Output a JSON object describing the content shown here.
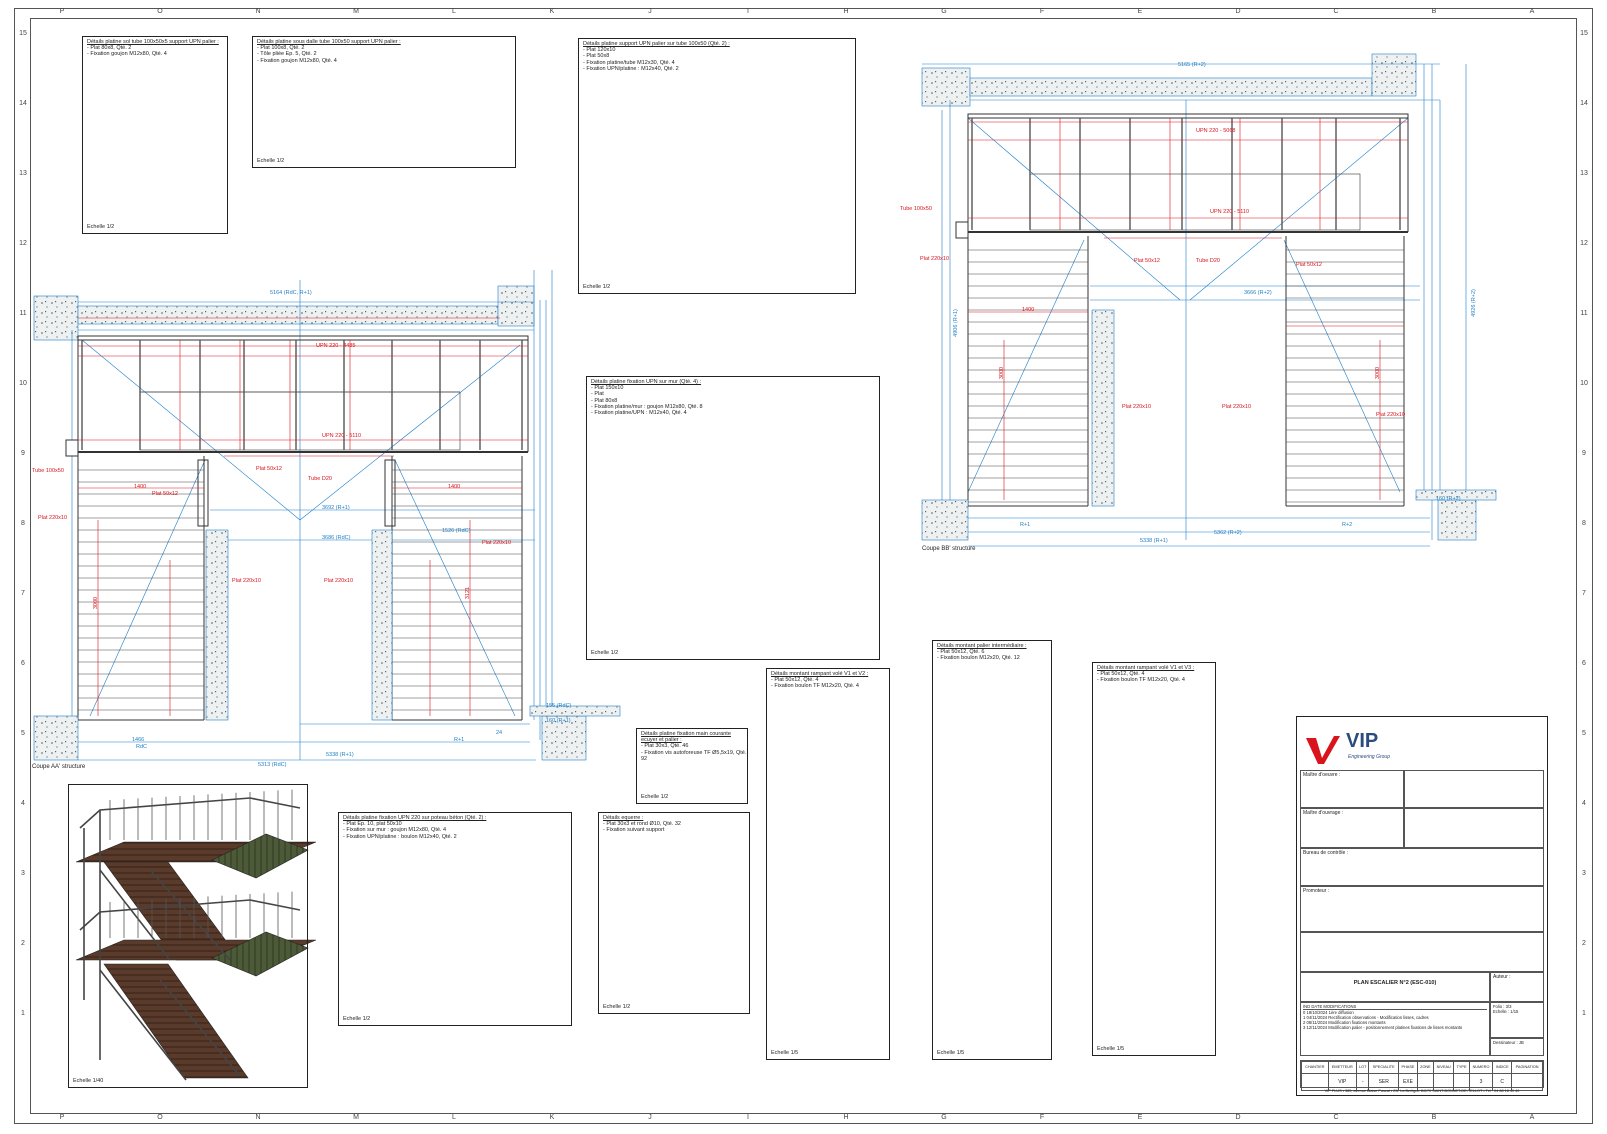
{
  "sheet": {
    "col_letters": [
      "P",
      "O",
      "N",
      "M",
      "L",
      "K",
      "J",
      "I",
      "H",
      "G",
      "F",
      "E",
      "D",
      "C",
      "B",
      "A"
    ],
    "row_numbers": [
      "15",
      "14",
      "13",
      "12",
      "11",
      "10",
      "9",
      "8",
      "7",
      "6",
      "5",
      "4",
      "3",
      "2",
      "1"
    ]
  },
  "panels": {
    "p1": {
      "title": "Détails platine sol tube 100x50x5 support UPN palier :",
      "items": "- Plat 80x8, Qté. 2\n- Fixation goujon M12x80, Qté. 4",
      "scale": "Echelle 1/2"
    },
    "p2": {
      "title": "Détails platine sous dalle tube 100x50 support UPN palier :",
      "items": "- Plat 100x8, Qté. 2\n- Tôle pliée Ep. 5, Qté. 2\n- Fixation goujon M12x80, Qté. 4",
      "scale": "Echelle 1/2"
    },
    "p3": {
      "title": "Détails platine support UPN palier sur tube 100x50 (Qté. 2) :",
      "items": "- Plat 120x10\n- Plat 50x8\n- Fixation platine/tube M12x30, Qté. 4\n- Fixation UPN/platine : M12x40, Qté. 2",
      "scale": "Echelle 1/2"
    },
    "p4": {
      "title": "Détails platine fixation UPN sur mur (Qté. 4) :",
      "items": "- Plat 150x10\n- Plat\n- Plat 80x8\n- Fixation platine/mur : goujon M12x80, Qté. 8\n- Fixation platine/UPN : M12x40, Qté. 4",
      "scale": "Echelle 1/2"
    },
    "p5": {
      "title": "Détails platine fixation main courante ecuyer et palier :",
      "items": "- Plat 30x3, Qté. 46\n- Fixation vis autoforeuse TF Ø5,5x19, Qté. 92",
      "scale": "Echelle 1/2"
    },
    "p6": {
      "title": "Détails platine fixation UPN 220 sur poteau béton (Qté. 2) :",
      "items": "- Plat Ep. 10, plat 50x10\n- Fixation sur mur : goujon M12x80, Qté. 4\n- Fixation UPN/platine : boulon M12x40, Qté. 2",
      "scale": "Echelle 1/2"
    },
    "p7": {
      "title": "Détails equerre :",
      "items": "- Plat 30x3 et rond Ø10, Qté. 32\n- Fixation suivant support",
      "scale": "Echelle 1/2"
    },
    "p8": {
      "title": "Détails montant rampant volé V1 et V2 :",
      "items": "- Plat 50x12, Qté. 4\n- Fixation boulon TF M12x20, Qté. 4",
      "scale": "Echelle 1/5"
    },
    "p9": {
      "title": "Détails montant palier intermédiaire :",
      "items": "- Plat 50x12, Qté. 6\n- Fixation boulon M12x20, Qté. 12",
      "scale": "Echelle 1/5"
    },
    "p10": {
      "title": "Détails montant rampant volé V1 et V3 :",
      "items": "- Plat 50x12, Qté. 4\n- Fixation boulon TF M12x20, Qté. 4",
      "scale": "Echelle 1/5"
    },
    "p11": {
      "scale": "Echelle 1/40"
    }
  },
  "views": {
    "aa": {
      "label": "Coupe AA' structure"
    },
    "bb": {
      "label": "Coupe BB' structure"
    }
  },
  "dims": {
    "aa_top": "5164 (RdC, R+1)",
    "aa_upn_top": "UPN 220 - 4485",
    "aa_upn_mid": "UPN 220 - 5110",
    "aa_tube": "Tube 100x50",
    "aa_plat5012a": "Plat 50x12",
    "aa_plat5012b": "Plat 50x12",
    "aa_tubeD20": "Tube D20",
    "aa_plat220a": "Plat 220x10",
    "aa_plat220b": "Plat 220x10",
    "aa_plat220c": "Plat 220x10",
    "aa_plat220d": "Plat 220x10",
    "aa_3692": "3692 (R+1)",
    "aa_3686": "3686 (RdC)",
    "aa_1526": "1526 (RdC)",
    "aa_1466": "1466",
    "aa_5338": "5338 (R+1)",
    "aa_5313": "5313 (RdC)",
    "aa_160": "160 (R+1)",
    "aa_155": "155 (RdC)",
    "aa_r1": "R+1",
    "aa_rdc": "RdC",
    "aa_1400a": "1400",
    "aa_1400b": "1400",
    "aa_3000": "3000",
    "aa_3121": "3121",
    "aa_24": "24",
    "bb_top": "5165 (R+2)",
    "bb_upn_top": "UPN 220 - 5068",
    "bb_upn_mid": "UPN 220 - 5110",
    "bb_tube": "Tube 100x50",
    "bb_plat220a": "Plat 220x10",
    "bb_plat220b": "Plat 220x10",
    "bb_plat220c": "Plat 220x10",
    "bb_plat220d": "Plat 220x10",
    "bb_plat5012a": "Plat 50x12",
    "bb_plat5012b": "Plat 50x12",
    "bb_tubeD20": "Tube D20",
    "bb_3666": "3666 (R+2)",
    "bb_5338": "5338 (R+1)",
    "bb_5362": "5362 (R+2)",
    "bb_160": "160 (R+2)",
    "bb_r1": "R+1",
    "bb_r2": "R+2",
    "bb_1400": "1400",
    "bb_3000a": "3000",
    "bb_3000b": "3000",
    "bb_4906": "4906 (R+1)",
    "bb_4926": "4926 (R+2)"
  },
  "titleblock": {
    "brand": "VIP",
    "tagline": "Engineering Group",
    "maitre_oeuvre": "Maître d'oeuvre :",
    "maitre_ouvrage": "Maître d'ouvrage :",
    "bureau": "Bureau de contrôle :",
    "promoteur": "Promoteur :",
    "plan_title": "PLAN ESCALIER N°2 (ESC-010)",
    "auteur": "Auteur :",
    "rev_header": [
      "IND",
      "DATE",
      "MODIFICATIONS"
    ],
    "revisions": [
      [
        "0",
        "18/10/2024",
        "1ère diffusion"
      ],
      [
        "1",
        "04/11/2024",
        "Rectification observations - Modification lisses, cadres"
      ],
      [
        "2",
        "08/11/2024",
        "Modification fixations montants"
      ],
      [
        "3",
        "12/11/2024",
        "Modification palier - positionnement platines fixations de lisses montants"
      ]
    ],
    "folio_label": "Folio :",
    "folio": "3/3",
    "echelle_label": "Echelle :",
    "echelle": "1/15",
    "dessinateur_label": "Dessinateur :",
    "dessinateur": "JB",
    "footer_headers": [
      "CHANTIER",
      "EMETTEUR",
      "LOT",
      "SPECIALITE",
      "PHASE",
      "ZONE",
      "NIVEAU",
      "TYPE",
      "NUMERO",
      "INDICE",
      "PAGINATION"
    ],
    "footer_values": [
      "",
      "VIP",
      "-",
      "SER",
      "EXE",
      "",
      "",
      "",
      "3",
      "C",
      ""
    ],
    "address": "VIP PLUS • 385, avenue Blaise Pascal • ZA. La Bertigue 84170 SAINT-BONNET-DE-TELLOT • Tél : 04 88 18 40 40"
  },
  "colors": {
    "dimension": "#d9141c",
    "structure": "#1e7fc8",
    "line": "#333333",
    "concrete": "#e6eaea"
  }
}
